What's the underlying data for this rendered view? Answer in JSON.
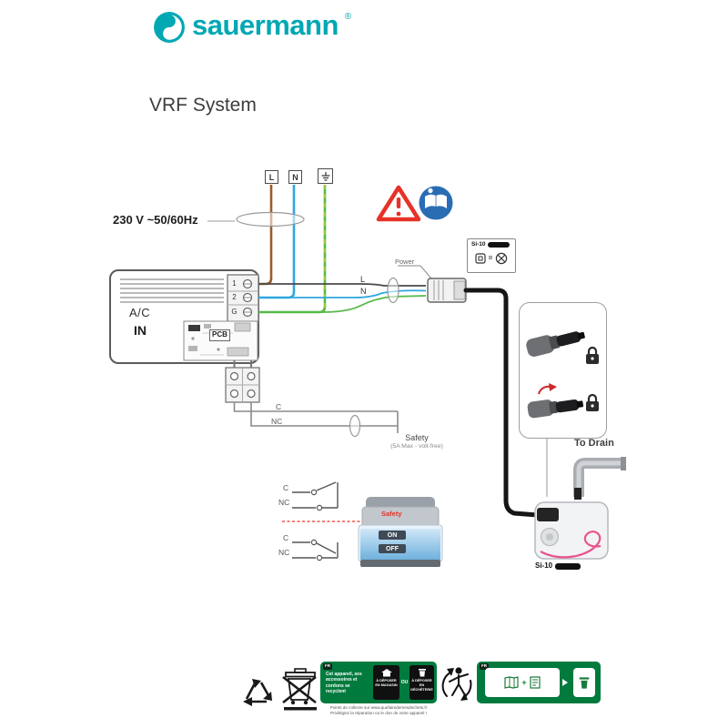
{
  "colors": {
    "brand": "#00a8b4",
    "wire_brown": "#9e5b28",
    "wire_blue": "#2fa8df",
    "wire_green": "#55b948",
    "warning_red": "#e63228",
    "manual_blue": "#2a6db4",
    "recycle_green": "#007a3d",
    "pump_pink": "#e8538f"
  },
  "header": {
    "brand": "sauermann",
    "registered": "®"
  },
  "title": "VRF System",
  "supply": {
    "voltage": "230 V ~50/60Hz",
    "l": "L",
    "n": "N"
  },
  "wire_labels": {
    "l": "L",
    "n": "N",
    "power": "Power"
  },
  "ac_unit": {
    "name": "A/C",
    "flow": "IN",
    "pcb": "PCB",
    "t1": "1",
    "t2": "2",
    "tg": "G"
  },
  "detector": {
    "model": "Si-10",
    "equals": "="
  },
  "safety": {
    "c": "C",
    "nc": "NC",
    "title": "Safety",
    "subtitle": "(5A Max - volt-free)"
  },
  "contact_open": {
    "c": "C",
    "nc": "NC"
  },
  "contact_closed": {
    "c": "C",
    "nc": "NC"
  },
  "tank": {
    "safety": "Safety",
    "on": "ON",
    "off": "OFF"
  },
  "pump": {
    "model": "Si-10"
  },
  "drain": {
    "label": "To Drain"
  },
  "recycling": {
    "panel1": {
      "flag": "FR",
      "headline": "Cet appareil, ses accessoires et cordons se recyclent",
      "store": "À DÉPOSER EN MAGASIN",
      "or": "OU",
      "dump": "À DÉPOSER EN DÉCHÈTERIE",
      "note1": "Points de collecte sur www.quefairedemesdechets.fr",
      "note2": "Privilégiez la réparation ou le don de votre appareil !"
    },
    "panel2": {
      "flag": "FR",
      "plus": "+"
    }
  }
}
